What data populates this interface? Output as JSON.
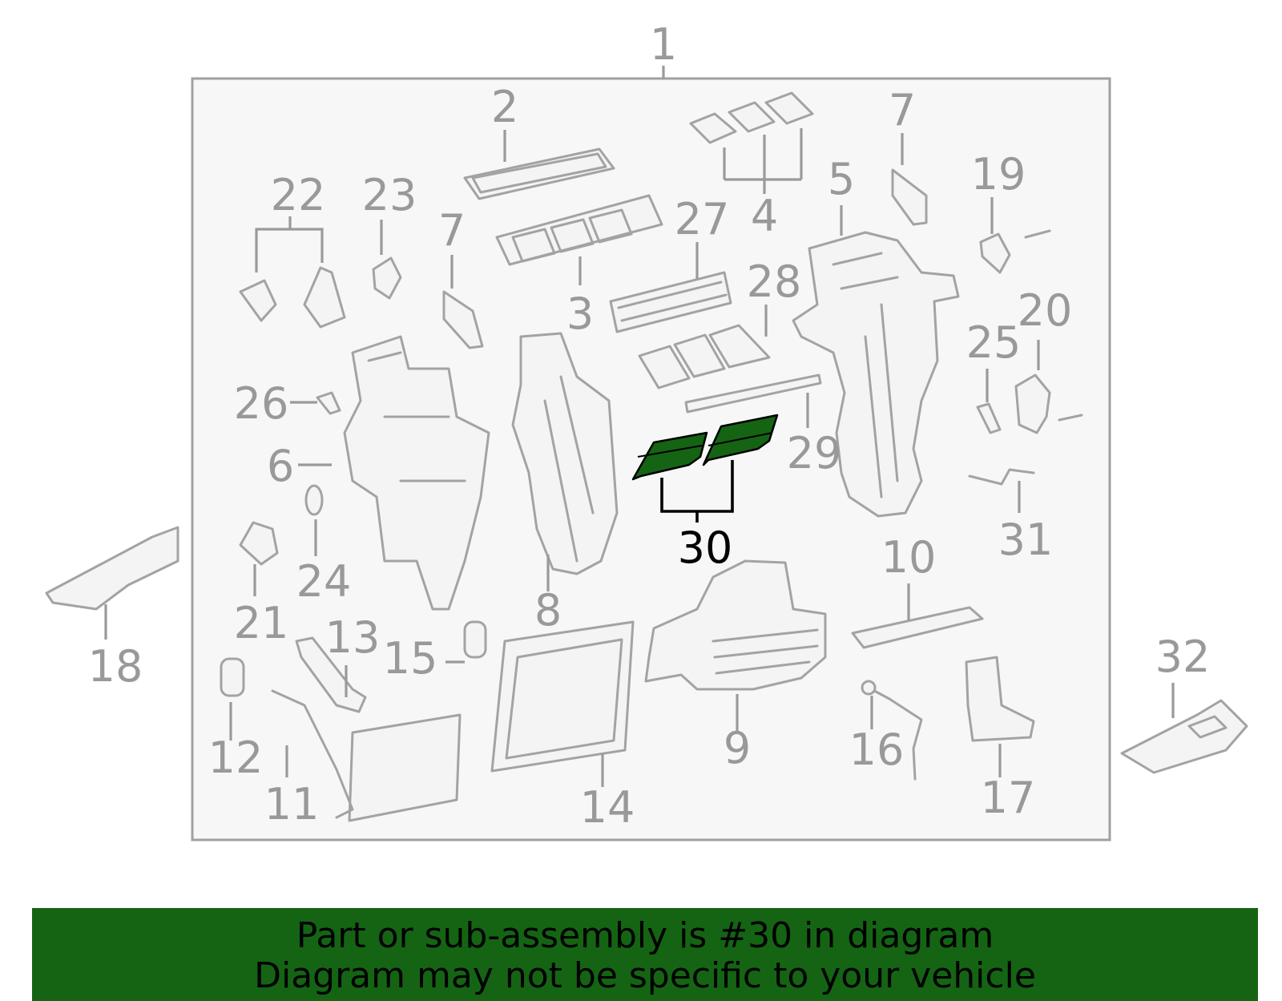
{
  "diagram": {
    "highlighted_part": "30",
    "highlight_color": "#146414",
    "labels": {
      "l1": "1",
      "l2": "2",
      "l3": "3",
      "l4": "4",
      "l5": "5",
      "l6": "6",
      "l7a": "7",
      "l7b": "7",
      "l8": "8",
      "l9": "9",
      "l10": "10",
      "l11": "11",
      "l12": "12",
      "l13": "13",
      "l14": "14",
      "l15": "15",
      "l16": "16",
      "l17": "17",
      "l18": "18",
      "l19": "19",
      "l20": "20",
      "l21": "21",
      "l22": "22",
      "l23": "23",
      "l24": "24",
      "l25": "25",
      "l26": "26",
      "l27": "27",
      "l28": "28",
      "l29": "29",
      "l30": "30",
      "l31": "31",
      "l32": "32"
    }
  },
  "banner": {
    "line1": "Part or sub-assembly is #30 in diagram",
    "line2": "Diagram may not be specific to your vehicle",
    "background": "#146414"
  }
}
